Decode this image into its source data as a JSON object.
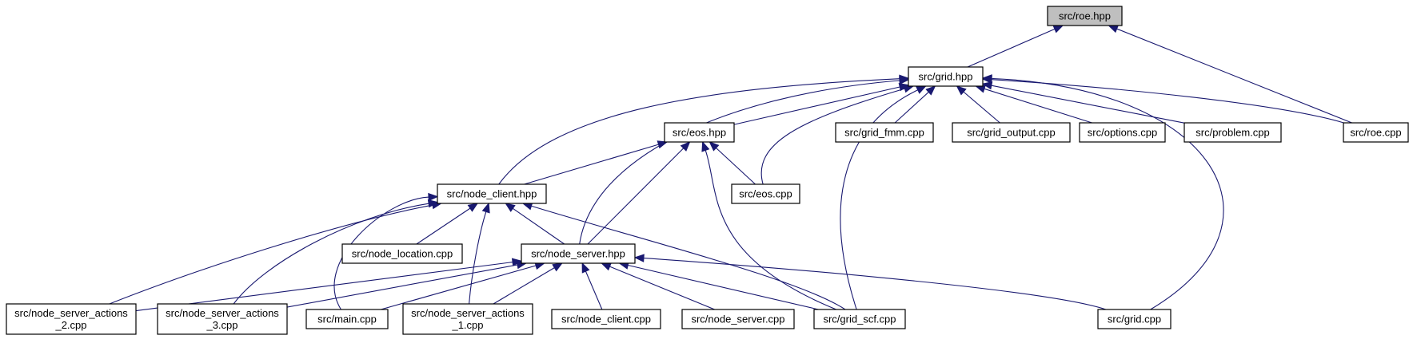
{
  "diagram": {
    "title": "",
    "nodes": [
      {
        "id": "roe_hpp",
        "lines": [
          "src/roe.hpp"
        ],
        "highlighted": true
      },
      {
        "id": "grid_hpp",
        "lines": [
          "src/grid.hpp"
        ]
      },
      {
        "id": "eos_hpp",
        "lines": [
          "src/eos.hpp"
        ]
      },
      {
        "id": "grid_fmm_cpp",
        "lines": [
          "src/grid_fmm.cpp"
        ]
      },
      {
        "id": "grid_output_cpp",
        "lines": [
          "src/grid_output.cpp"
        ]
      },
      {
        "id": "options_cpp",
        "lines": [
          "src/options.cpp"
        ]
      },
      {
        "id": "problem_cpp",
        "lines": [
          "src/problem.cpp"
        ]
      },
      {
        "id": "roe_cpp",
        "lines": [
          "src/roe.cpp"
        ]
      },
      {
        "id": "node_client_hpp",
        "lines": [
          "src/node_client.hpp"
        ]
      },
      {
        "id": "eos_cpp",
        "lines": [
          "src/eos.cpp"
        ]
      },
      {
        "id": "node_location_cpp",
        "lines": [
          "src/node_location.cpp"
        ]
      },
      {
        "id": "node_server_hpp",
        "lines": [
          "src/node_server.hpp"
        ]
      },
      {
        "id": "nsa2_cpp",
        "lines": [
          "src/node_server_actions",
          "_2.cpp"
        ]
      },
      {
        "id": "nsa3_cpp",
        "lines": [
          "src/node_server_actions",
          "_3.cpp"
        ]
      },
      {
        "id": "main_cpp",
        "lines": [
          "src/main.cpp"
        ]
      },
      {
        "id": "nsa1_cpp",
        "lines": [
          "src/node_server_actions",
          "_1.cpp"
        ]
      },
      {
        "id": "node_client_cpp",
        "lines": [
          "src/node_client.cpp"
        ]
      },
      {
        "id": "node_server_cpp",
        "lines": [
          "src/node_server.cpp"
        ]
      },
      {
        "id": "grid_scf_cpp",
        "lines": [
          "src/grid_scf.cpp"
        ]
      },
      {
        "id": "grid_cpp",
        "lines": [
          "src/grid.cpp"
        ]
      }
    ],
    "edges": [
      {
        "from": "roe_hpp",
        "to": "grid_hpp"
      },
      {
        "from": "roe_hpp",
        "to": "roe_cpp"
      },
      {
        "from": "grid_hpp",
        "to": "eos_hpp"
      },
      {
        "from": "grid_hpp",
        "to": "grid_fmm_cpp"
      },
      {
        "from": "grid_hpp",
        "to": "grid_output_cpp"
      },
      {
        "from": "grid_hpp",
        "to": "options_cpp"
      },
      {
        "from": "grid_hpp",
        "to": "problem_cpp"
      },
      {
        "from": "grid_hpp",
        "to": "roe_cpp"
      },
      {
        "from": "grid_hpp",
        "to": "node_client_hpp"
      },
      {
        "from": "grid_hpp",
        "to": "node_server_hpp"
      },
      {
        "from": "grid_hpp",
        "to": "eos_cpp"
      },
      {
        "from": "grid_hpp",
        "to": "grid_scf_cpp"
      },
      {
        "from": "grid_hpp",
        "to": "grid_cpp"
      },
      {
        "from": "eos_hpp",
        "to": "node_client_hpp"
      },
      {
        "from": "eos_hpp",
        "to": "eos_cpp"
      },
      {
        "from": "eos_hpp",
        "to": "node_server_hpp"
      },
      {
        "from": "eos_hpp",
        "to": "grid_scf_cpp"
      },
      {
        "from": "node_client_hpp",
        "to": "node_location_cpp"
      },
      {
        "from": "node_client_hpp",
        "to": "node_server_hpp"
      },
      {
        "from": "node_client_hpp",
        "to": "nsa2_cpp"
      },
      {
        "from": "node_client_hpp",
        "to": "nsa3_cpp"
      },
      {
        "from": "node_client_hpp",
        "to": "main_cpp"
      },
      {
        "from": "node_client_hpp",
        "to": "nsa1_cpp"
      },
      {
        "from": "node_client_hpp",
        "to": "grid_scf_cpp"
      },
      {
        "from": "node_server_hpp",
        "to": "nsa2_cpp"
      },
      {
        "from": "node_server_hpp",
        "to": "nsa3_cpp"
      },
      {
        "from": "node_server_hpp",
        "to": "main_cpp"
      },
      {
        "from": "node_server_hpp",
        "to": "nsa1_cpp"
      },
      {
        "from": "node_server_hpp",
        "to": "node_client_cpp"
      },
      {
        "from": "node_server_hpp",
        "to": "node_server_cpp"
      },
      {
        "from": "node_server_hpp",
        "to": "grid_scf_cpp"
      },
      {
        "from": "node_server_hpp",
        "to": "grid_cpp"
      }
    ]
  },
  "colors": {
    "edge": "#191970",
    "node_border": "#000000",
    "node_fill": "#ffffff",
    "highlight_fill": "#bfbfbf"
  }
}
